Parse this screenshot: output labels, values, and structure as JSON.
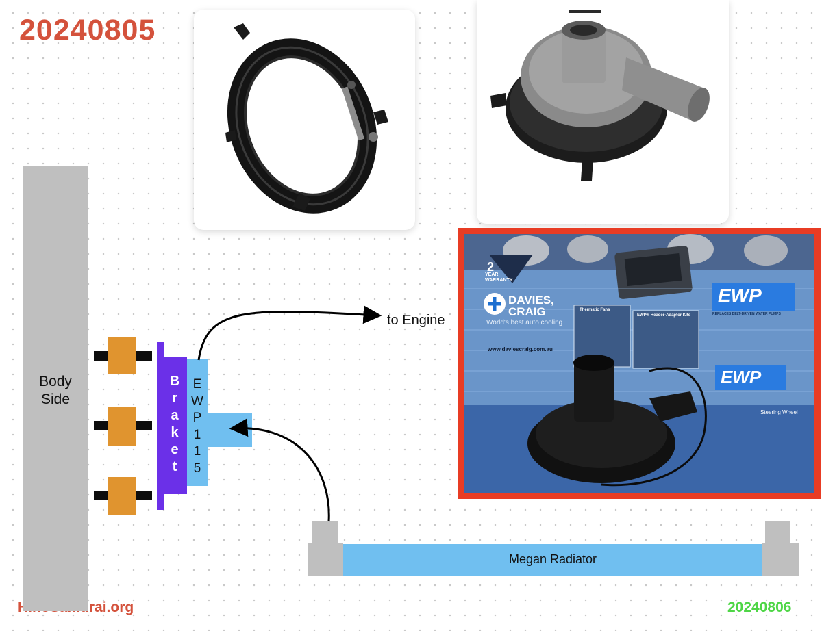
{
  "header": {
    "date_top": "20240805"
  },
  "footer": {
    "site": "HinoSamurai.org",
    "date_bottom": "20240806"
  },
  "diagram": {
    "body_side": {
      "line1": "Body",
      "line2": "Side"
    },
    "braket_letters": [
      "B",
      "r",
      "a",
      "k",
      "e",
      "t"
    ],
    "ewp_letters": [
      "E",
      "W",
      "P",
      "1",
      "1",
      "5"
    ],
    "to_engine": "to Engine",
    "radiator": "Megan Radiator"
  },
  "photo": {
    "brand_line1": "DAVIES,",
    "brand_line2": "CRAIG",
    "tagline": "World's best auto cooling",
    "url": "www.daviescraig.com.au",
    "ewp_logo": "EWP",
    "warranty_big": "2",
    "warranty_small": "YEAR WARRANTY",
    "thermatic_fans": "Thermatic Fans",
    "header_kit": "EWP® Header-Adaptor Kits",
    "steering_wheel": "Steering Wheel",
    "replaces": "REPLACES BELT-DRIVEN WATER PUMPS"
  },
  "colors": {
    "title_red": "#d4523c",
    "date_green": "#4fd647",
    "braket_purple": "#6b30e8",
    "ewp_blue": "#70bff0",
    "mount_orange": "#e0942f",
    "frame_red": "#e83c24",
    "body_gray": "#bfbfbf"
  }
}
